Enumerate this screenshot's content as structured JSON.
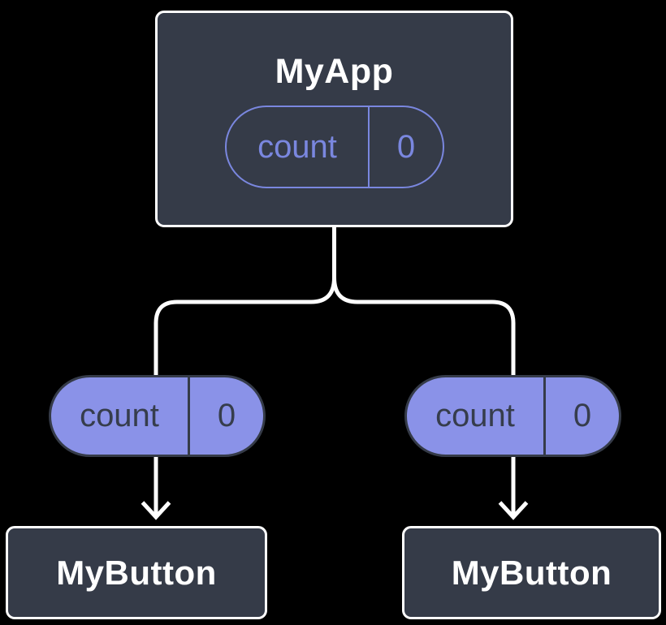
{
  "background": "#000000",
  "palette": {
    "node_fill": "#353B48",
    "node_border": "#FFFFFF",
    "node_title_color": "#FFFFFF",
    "state_pill_outline": "#7A87DF",
    "prop_pill_fill": "#8A92E8",
    "prop_pill_text": "#363D4C",
    "connector_color": "#FFFFFF"
  },
  "tree": {
    "root": {
      "label": "MyApp",
      "state": {
        "key": "count",
        "value": "0"
      }
    },
    "props_passed": [
      {
        "key": "count",
        "value": "0"
      },
      {
        "key": "count",
        "value": "0"
      }
    ],
    "children": [
      {
        "label": "MyButton"
      },
      {
        "label": "MyButton"
      }
    ]
  }
}
